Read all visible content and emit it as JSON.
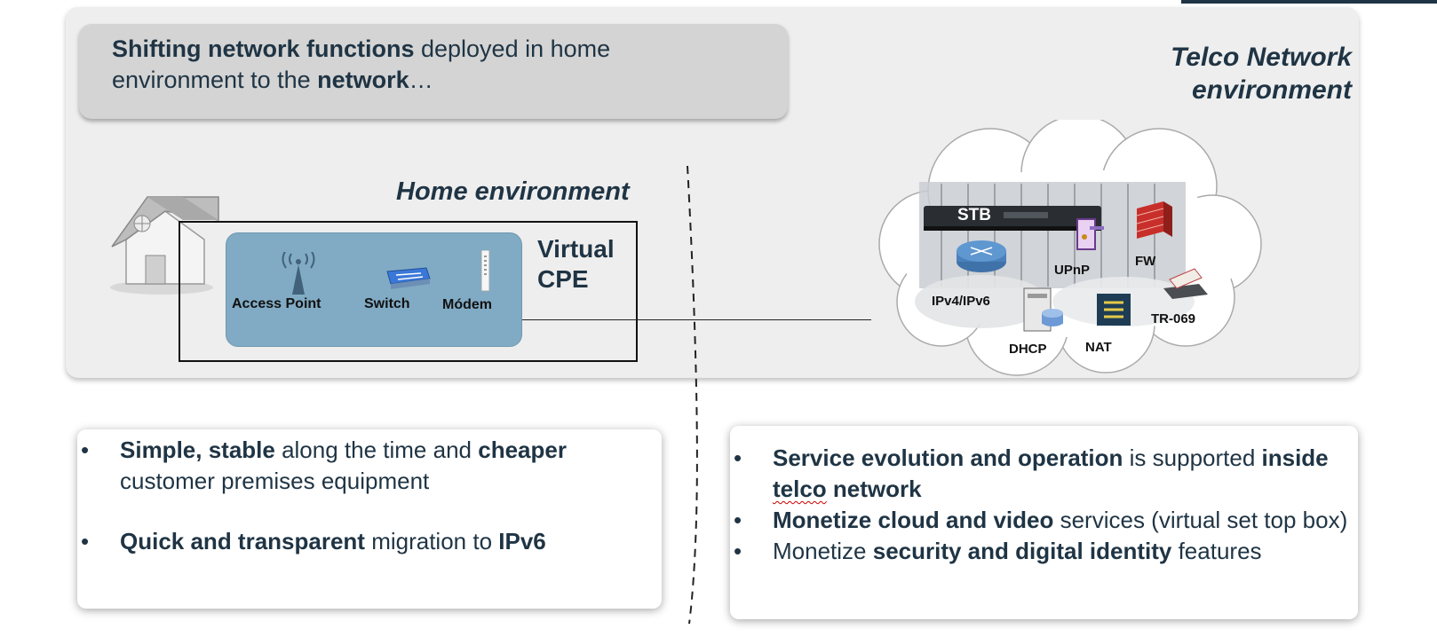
{
  "intro": {
    "p1_bold": "Shifting network functions",
    "p1_rest": " deployed in home environment to the ",
    "p2_bold": "network",
    "p2_rest": "…"
  },
  "telco": {
    "title_line1": "Telco Network",
    "title_line2": "environment"
  },
  "home": {
    "title": "Home environment",
    "vcpe_line1": "Virtual",
    "vcpe_line2": "CPE",
    "devices": {
      "access_point": "Access Point",
      "switch": "Switch",
      "modem": "Módem"
    }
  },
  "cloud": {
    "stb": "STB",
    "upnp": "UPnP",
    "fw": "FW",
    "ipv": "IPv4/IPv6",
    "tr069": "TR-069",
    "dhcp": "DHCP",
    "nat": "NAT"
  },
  "left_card": {
    "b1_bold1": "Simple, stable",
    "b1_mid": " along the time and ",
    "b1_bold2": "cheaper",
    "b1_rest": " customer premises equipment",
    "b2_bold1": "Quick and transparent",
    "b2_mid": " migration to ",
    "b2_bold2": "IPv6"
  },
  "right_card": {
    "b1_bold1": "Service evolution and operation",
    "b1_mid": " is supported ",
    "b1_bold2a": "inside ",
    "b1_bold2b": "telco",
    "b1_bold2c": " network",
    "b2_bold": "Monetize cloud and video",
    "b2_rest": " services (virtual set top box)",
    "b3_start": "Monetize ",
    "b3_bold": "security and digital identity",
    "b3_rest": " features"
  },
  "colors": {
    "text_dark": "#1f3444",
    "cpe_box": "#81abc4",
    "panel_bg": "#eeeeee"
  }
}
